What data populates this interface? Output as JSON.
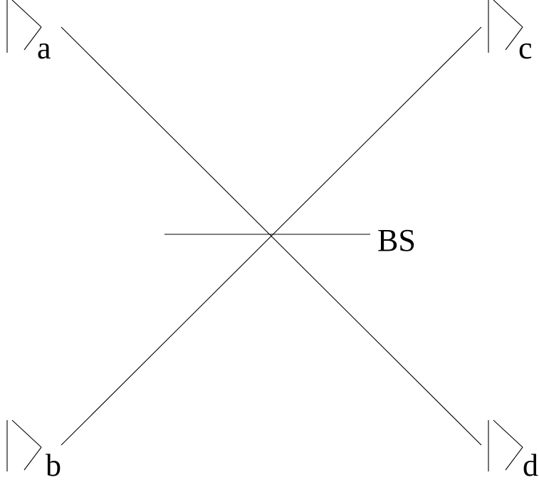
{
  "labels": {
    "a": "a",
    "b": "b",
    "c": "c",
    "d": "d",
    "bs": "BS"
  }
}
